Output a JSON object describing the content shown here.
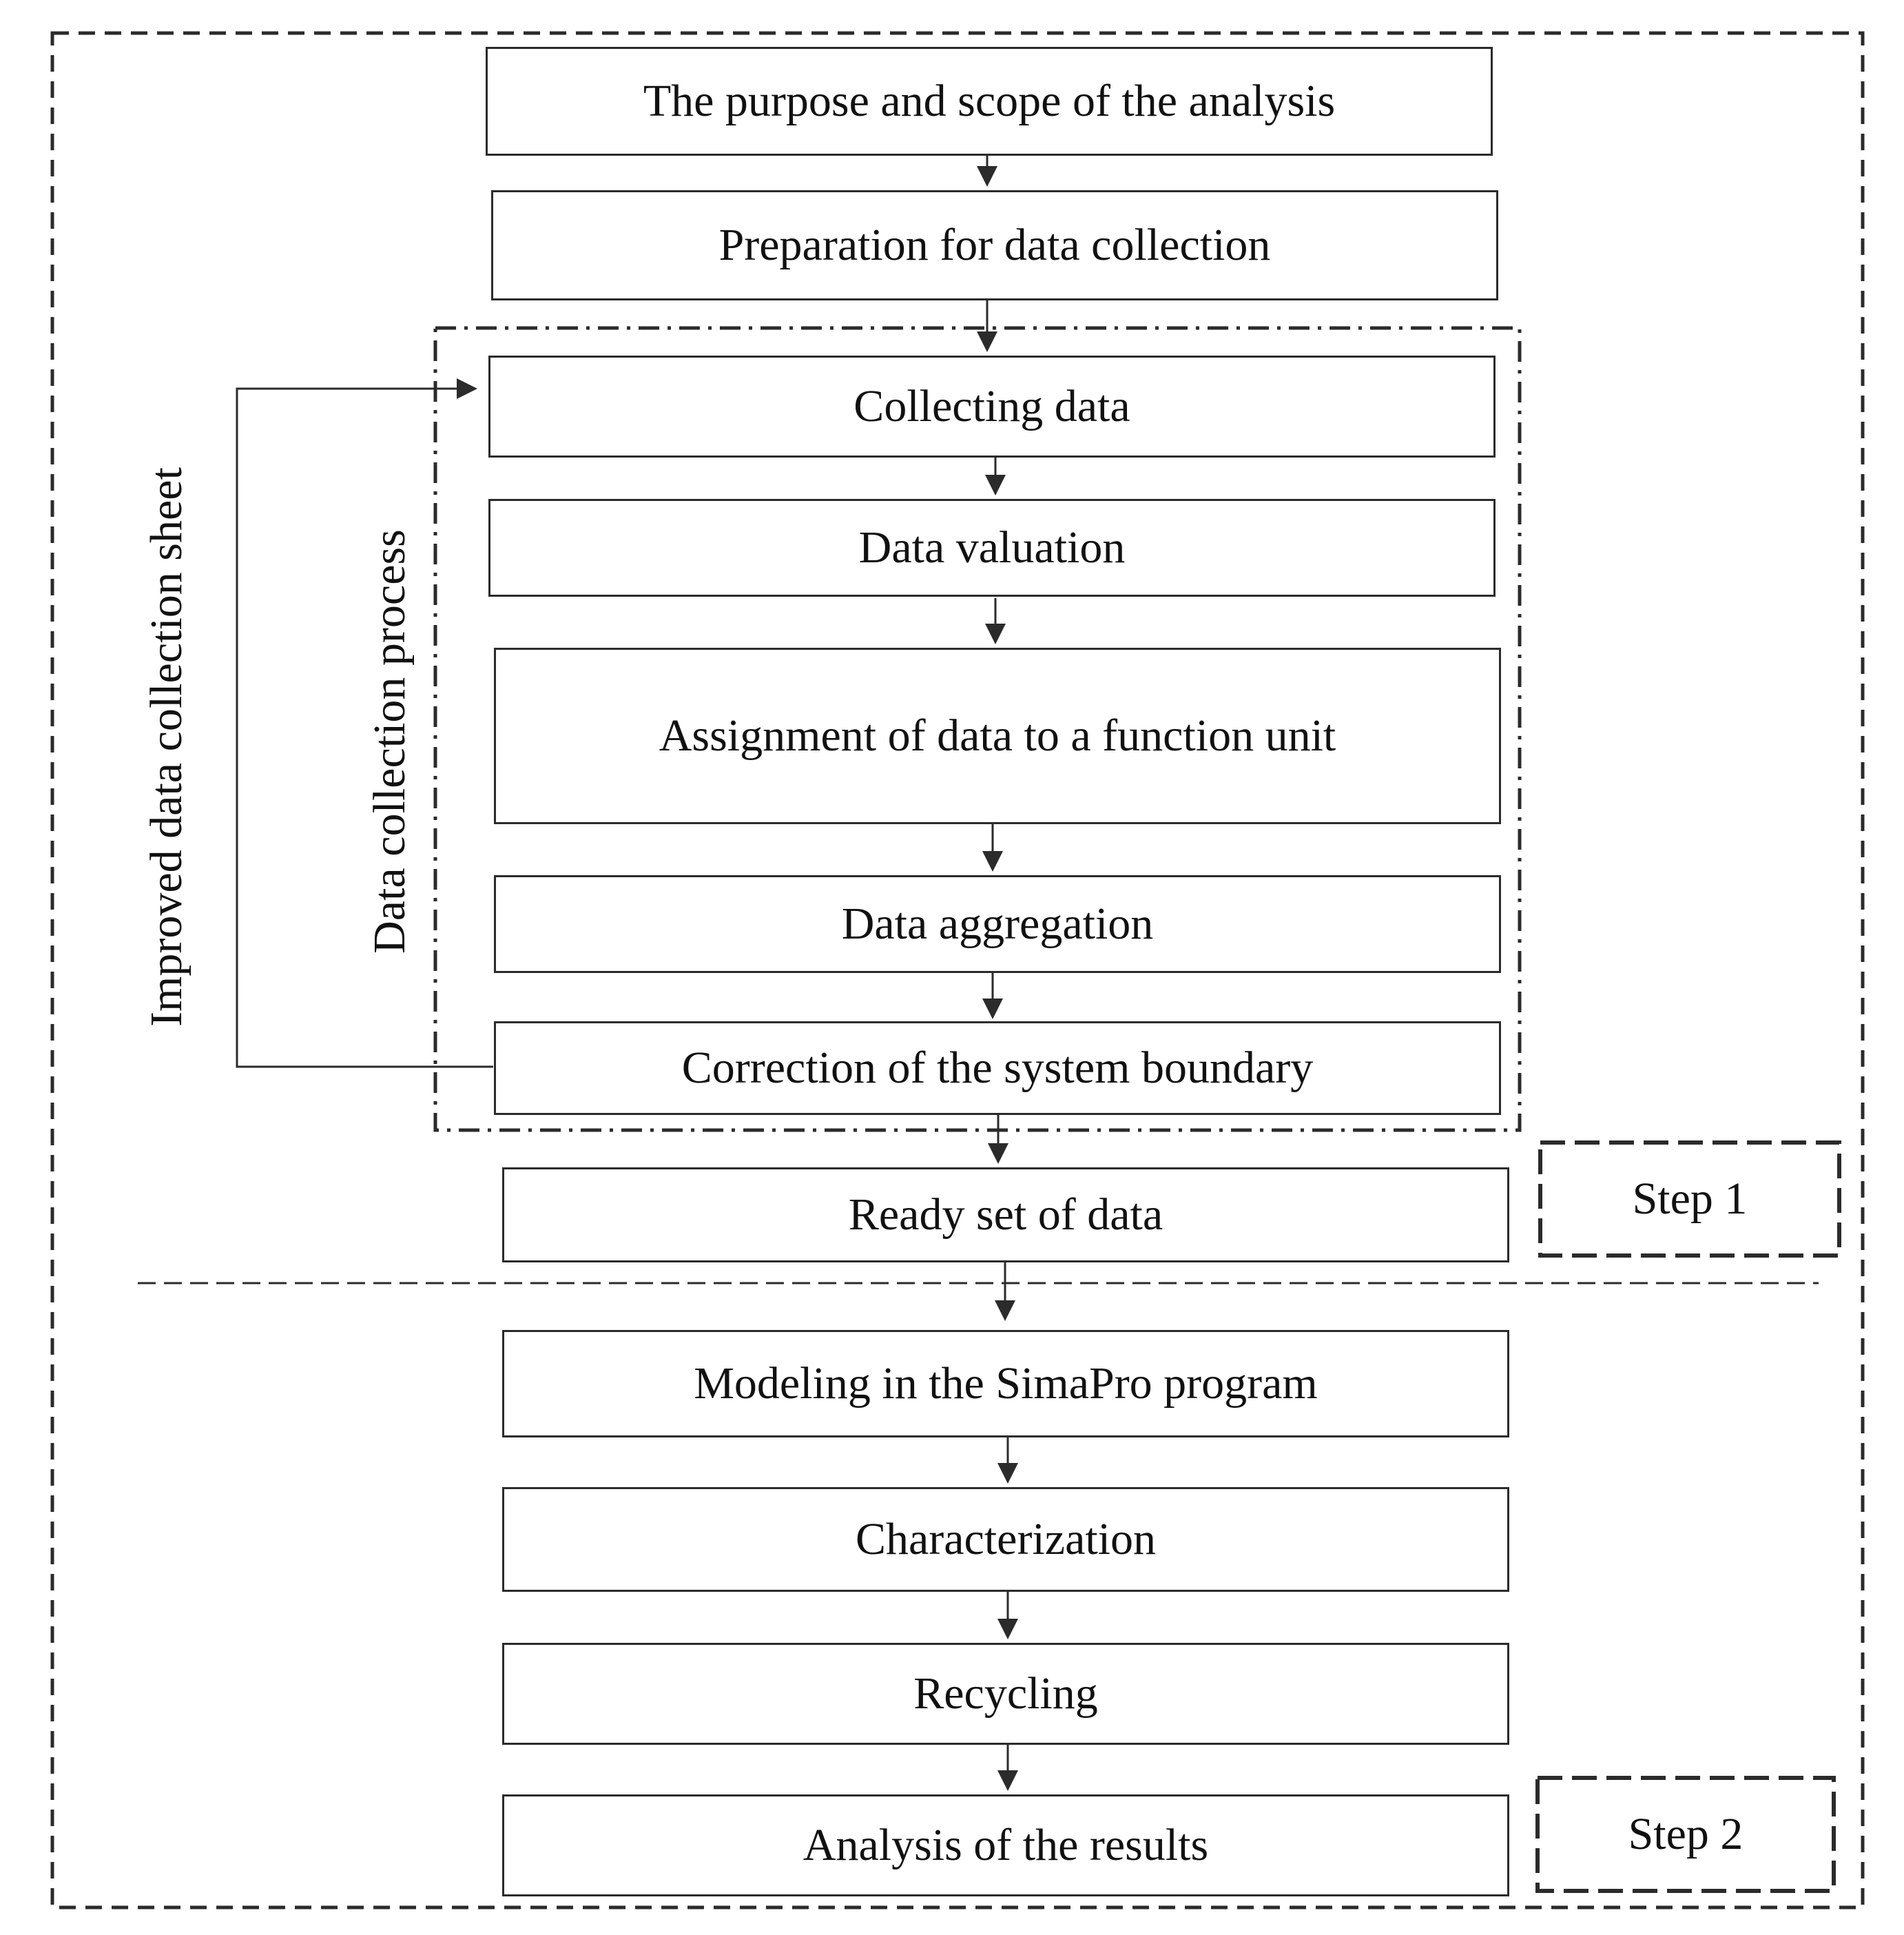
{
  "boxes": [
    {
      "key": "purpose",
      "label": "The purpose and scope of the analysis"
    },
    {
      "key": "prep",
      "label": "Preparation for data collection"
    },
    {
      "key": "collect",
      "label": "Collecting data"
    },
    {
      "key": "valuation",
      "label": "Data valuation"
    },
    {
      "key": "assign",
      "label": "Assignment of data to a function unit"
    },
    {
      "key": "aggregation",
      "label": "Data aggregation"
    },
    {
      "key": "correction",
      "label": "Correction of the system boundary"
    },
    {
      "key": "ready",
      "label": "Ready set of data"
    },
    {
      "key": "simapro",
      "label": "Modeling in the SimaPro program"
    },
    {
      "key": "characterization",
      "label": "Characterization"
    },
    {
      "key": "recycling",
      "label": "Recycling"
    },
    {
      "key": "analysis",
      "label": "Analysis of the results"
    }
  ],
  "steps": {
    "step1": "Step 1",
    "step2": "Step 2"
  },
  "side_labels": {
    "feedback": "Improved data collection sheet",
    "process": "Data collection process"
  },
  "colors": {
    "line": "#2b2b2b",
    "text": "#111111",
    "background": "#ffffff"
  }
}
